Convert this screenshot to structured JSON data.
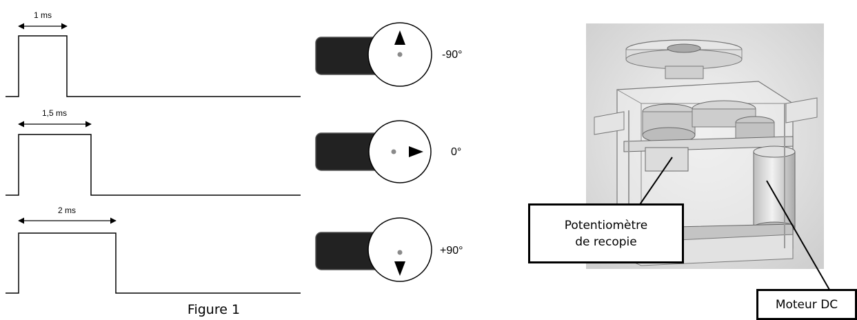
{
  "pulses": [
    {
      "width_label": "1 ms",
      "angle_label": "-90°",
      "pointer": "up-arrow-icon"
    },
    {
      "width_label": "1,5 ms",
      "angle_label": "0°",
      "pointer": "right-arrow-icon"
    },
    {
      "width_label": "2 ms",
      "angle_label": "+90°",
      "pointer": "down-arrow-icon"
    }
  ],
  "caption": "Figure 1",
  "callouts": {
    "potentiometer_line1": "Potentiomètre",
    "potentiometer_line2": "de recopie",
    "motor": "Moteur DC"
  },
  "colors": {
    "servo_body": "#222222",
    "dial": "#ffffff",
    "center_dot": "#8a8a8a",
    "photo_background": "#d8d8d8"
  }
}
